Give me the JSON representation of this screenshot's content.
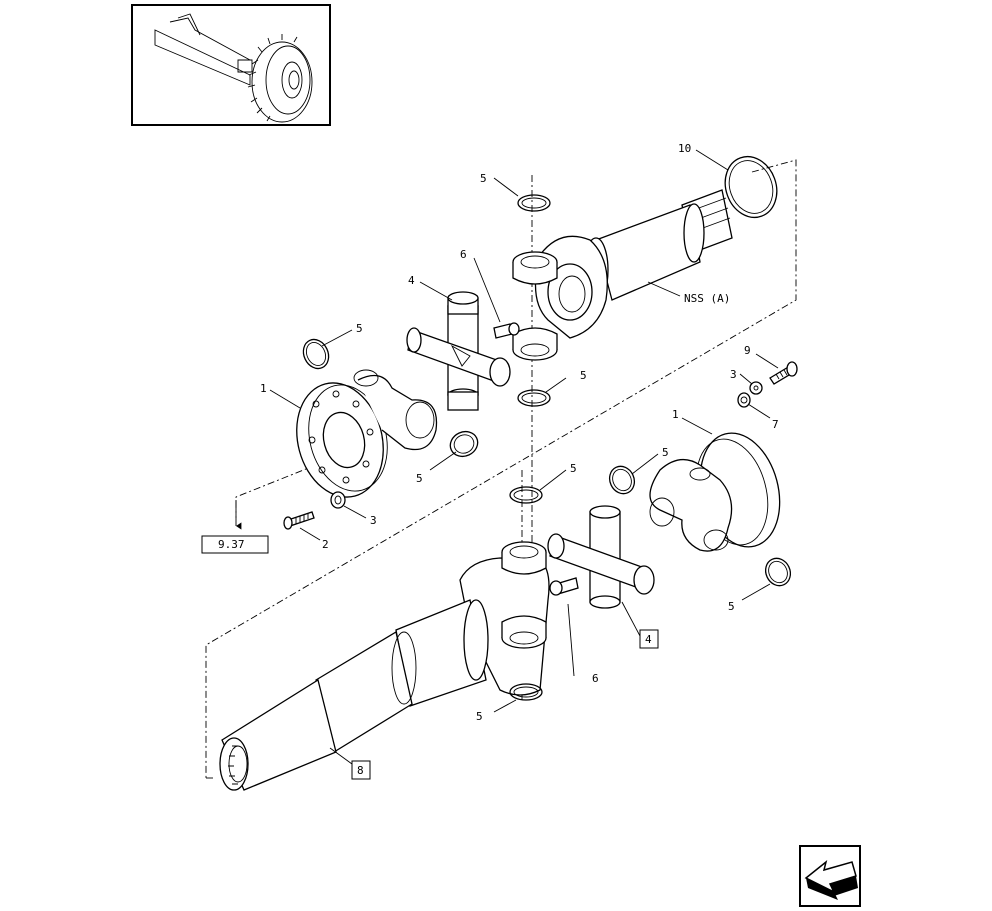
{
  "callouts": {
    "c10": "10",
    "c5_top": "5",
    "c6_top": "6",
    "c4_top": "4",
    "nss": "NSS (A)",
    "c5_left": "5",
    "c5_mid": "5",
    "c1_left": "1",
    "c5_lower_left": "5",
    "c9": "9",
    "c3_right": "3",
    "c7": "7",
    "c1_right": "1",
    "c5_right_upper": "5",
    "c5_center_upper": "5",
    "c2": "2",
    "c3_left": "3",
    "c5_right_lower": "5",
    "c6_bottom": "6",
    "c5_bottom": "5"
  },
  "boxed_refs": {
    "ref_937": "9.37",
    "ref_4": "4",
    "ref_8": "8"
  },
  "icons": {
    "thumbnail": "tractor-front-axle-thumbnail",
    "nav": "previous-page-arrow-icon"
  }
}
